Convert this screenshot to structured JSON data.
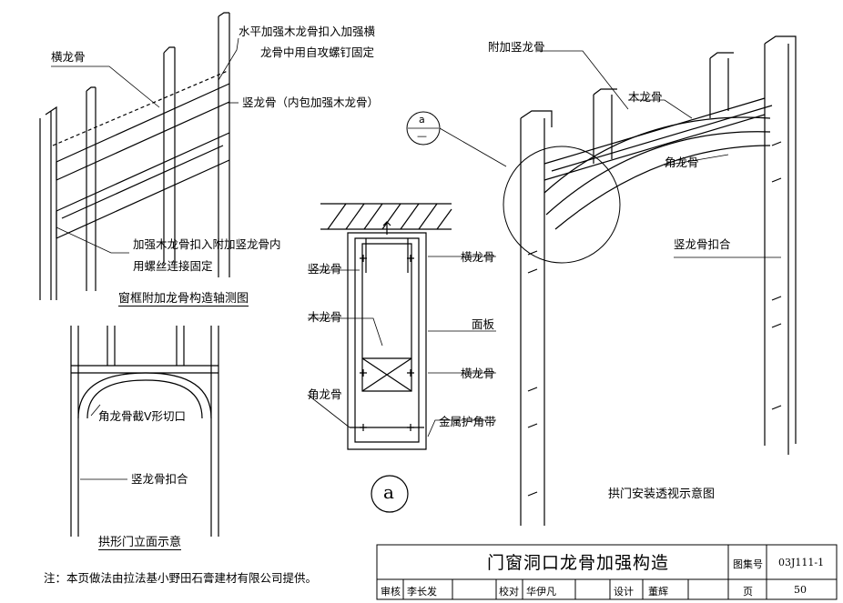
{
  "iso_view": {
    "labels": {
      "heng_longgu": "横龙骨",
      "note_top_1": "水平加强木龙骨扣入加强横",
      "note_top_2": "龙骨中用自攻螺钉固定",
      "shu_longgu": "竖龙骨（内包加强木龙骨）",
      "note_bottom_1": "加强木龙骨扣入附加竖龙骨内",
      "note_bottom_2": "用螺丝连接固定"
    },
    "caption": "窗框附加龙骨构造轴测图"
  },
  "arch_elevation": {
    "labels": {
      "v_cut": "角龙骨截V形切口",
      "shu_kouhe": "竖龙骨扣合"
    },
    "caption": "拱形门立面示意"
  },
  "section_a": {
    "labels": {
      "shu_longgu": "竖龙骨",
      "mu_longgu": "木龙骨",
      "jiao_longgu": "角龙骨",
      "heng_longgu_top": "横龙骨",
      "mianban": "面板",
      "heng_longgu_mid": "横龙骨",
      "jinshu_hujiao": "金属护角带"
    },
    "tag": "a"
  },
  "perspective": {
    "labels": {
      "fujia_shu": "附加竖龙骨",
      "mu_longgu": "木龙骨",
      "jiao_longgu": "角龙骨",
      "shu_kouhe": "竖龙骨扣合"
    },
    "detail_ref_top": "a",
    "detail_ref_bottom": "—",
    "caption": "拱门安装透视示意图"
  },
  "footnote": "注：本页做法由拉法基小野田石膏建材有限公司提供。",
  "title_block": {
    "title": "门窗洞口龙骨加强构造",
    "atlas_label": "图集号",
    "atlas_no": "03J111-1",
    "review_label": "审核",
    "reviewer": "李长发",
    "check_label": "校对",
    "checker": "华伊凡",
    "design_label": "设计",
    "designer": "董辉",
    "page_label": "页",
    "page_no": "50"
  }
}
